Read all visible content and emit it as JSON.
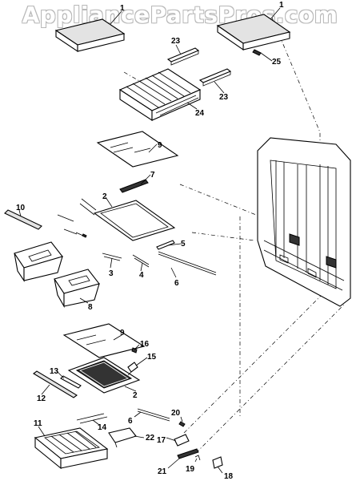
{
  "watermark": "AppliancePartsPros.com",
  "callouts": [
    "1",
    "1",
    "23",
    "25",
    "23",
    "24",
    "9",
    "7",
    "2",
    "10",
    "5",
    "3",
    "4",
    "6",
    "8",
    "9",
    "16",
    "15",
    "13",
    "2",
    "12",
    "20",
    "6",
    "14",
    "22",
    "11",
    "17",
    "19",
    "21",
    "18"
  ]
}
